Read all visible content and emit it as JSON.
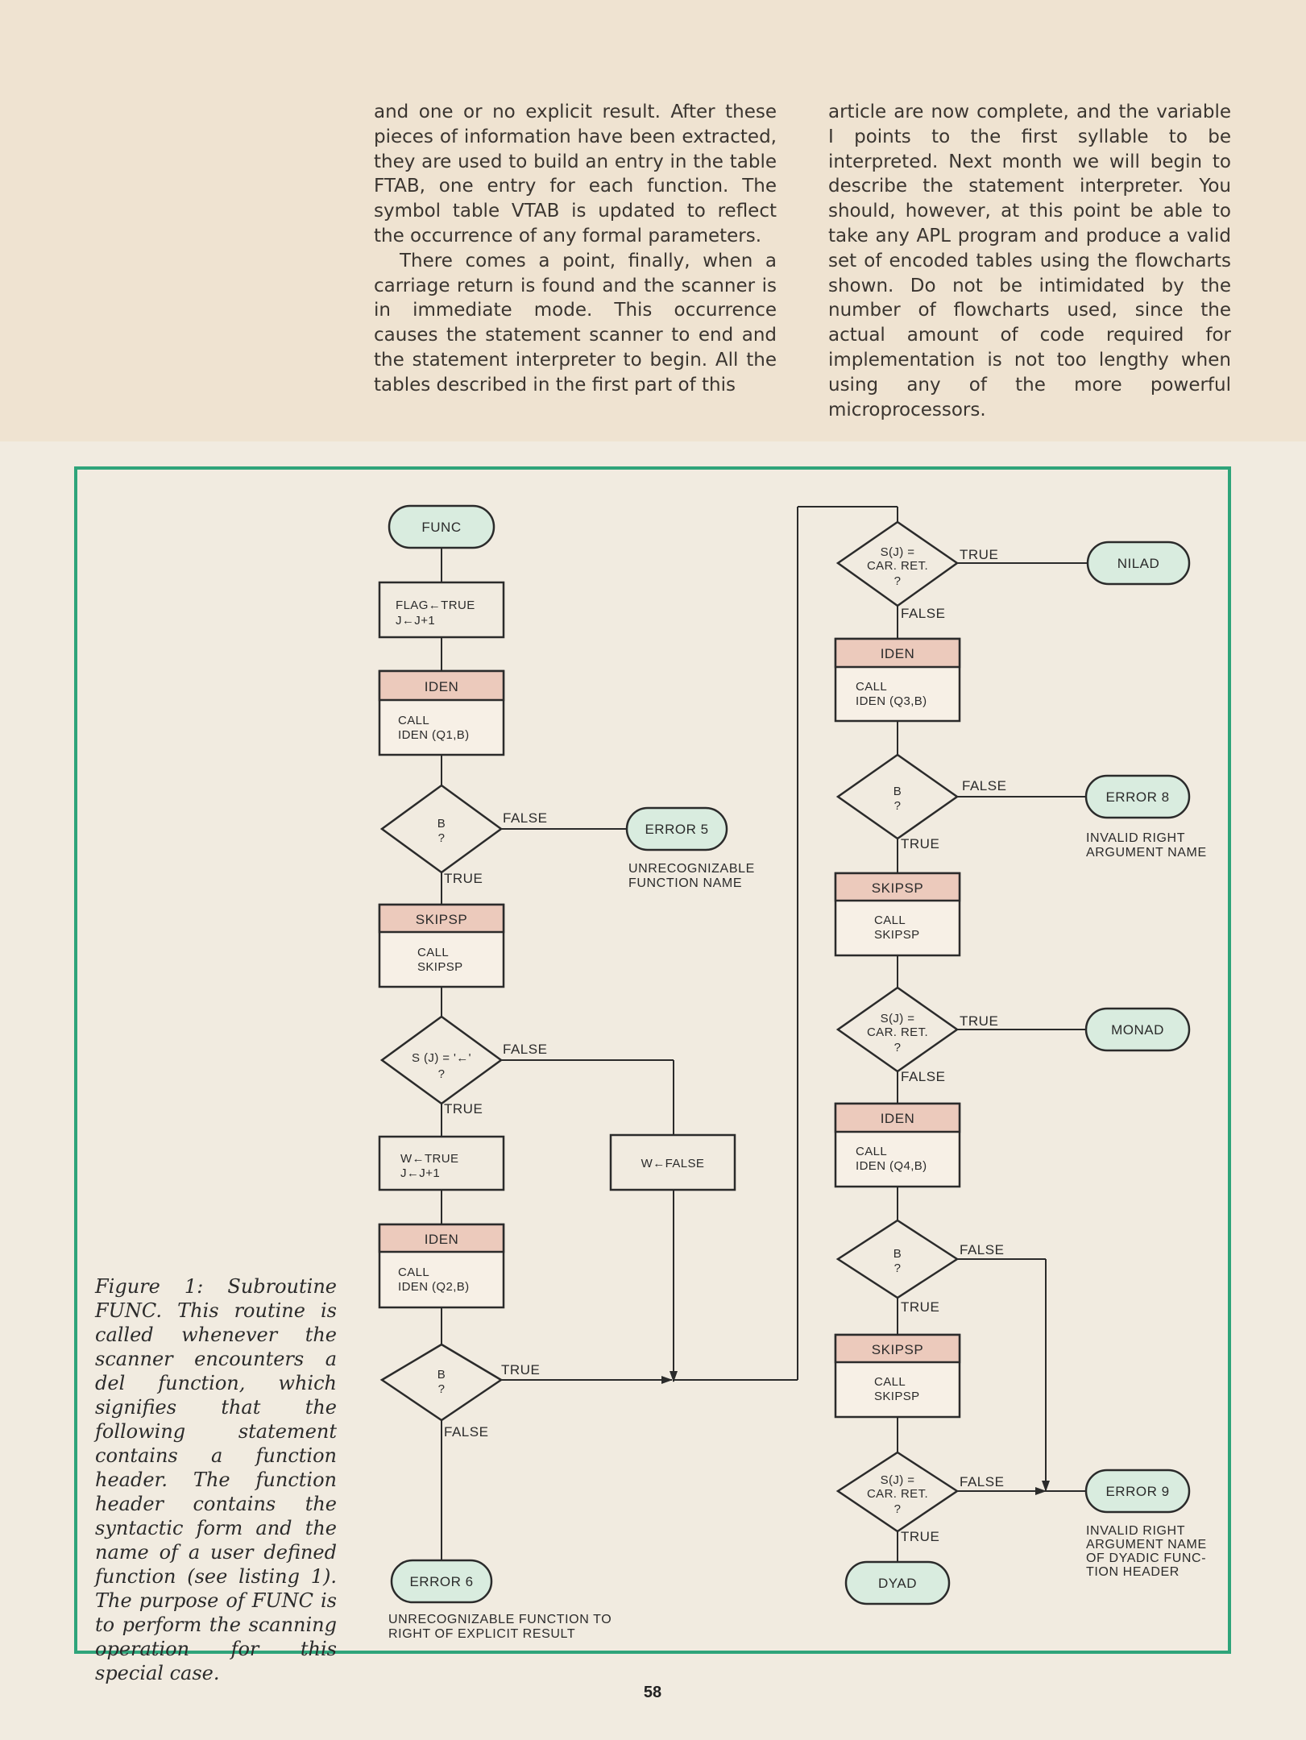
{
  "article": {
    "col_left": [
      "and one or no explicit result. After these pieces of information have been extracted, they are used to build an entry in the table FTAB, one entry for each function. The symbol table VTAB is updated to reflect the occurrence of any formal parameters.",
      "There comes a point, finally, when a carriage return is found and the scanner is in immediate mode. This occurrence causes the statement scanner to end and the statement interpreter to begin. All the tables described in the first part of this"
    ],
    "col_right": [
      "article are now complete, and the variable I points to the first syllable to be interpreted. Next month we will begin to describe the statement interpreter. You should, however, at this point be able to take any APL program and produce a valid set of encoded tables using the flowcharts shown. Do not be intimidated by the number of flowcharts used, since the actual amount of code required for implementation is not too lengthy when using any of the more powerful microprocessors."
    ]
  },
  "caption": "Figure 1: Subroutine FUNC. This routine is called whenever the scanner encounters a del function, which signifies that the following statement contains a function header. The function header contains the syntactic form and the name of a user defined function (see listing 1). The purpose of FUNC is to perform the scanning operation for this special case.",
  "page_number": "58",
  "colors": {
    "frame": "#2fa47a",
    "terminal_fill": "#d9ecdf",
    "subroutine_header_fill": "#eccabc",
    "page_band": "#efe3d1",
    "page": "#f1ebe0"
  },
  "flowchart": {
    "func": "FUNC",
    "init_1": "FLAG←TRUE",
    "init_2": "J←J+1",
    "iden": "IDEN",
    "skipsp": "SKIPSP",
    "call": "CALL",
    "call_iden_q1": "IDEN (Q1,B)",
    "call_iden_q2": "IDEN (Q2,B)",
    "call_iden_q3": "IDEN (Q3,B)",
    "call_iden_q4": "IDEN (Q4,B)",
    "call_skipsp": "SKIPSP",
    "b": "B",
    "q": "?",
    "true": "TRUE",
    "false": "FALSE",
    "s_assign": "S (J) = '←'",
    "w_true_1": "W←TRUE",
    "w_true_2": "J←J+1",
    "w_false": "W←FALSE",
    "s_car_1": "S(J) =",
    "s_car_2": "CAR. RET.",
    "error5": "ERROR 5",
    "error5_note_1": "UNRECOGNIZABLE",
    "error5_note_2": "FUNCTION NAME",
    "error6": "ERROR 6",
    "error6_note_1": "UNRECOGNIZABLE FUNCTION TO",
    "error6_note_2": "RIGHT OF EXPLICIT RESULT",
    "nilad": "NILAD",
    "error8": "ERROR 8",
    "error8_note_1": "INVALID RIGHT",
    "error8_note_2": "ARGUMENT NAME",
    "monad": "MONAD",
    "dyad": "DYAD",
    "error9": "ERROR 9",
    "error9_note_1": "INVALID RIGHT",
    "error9_note_2": "ARGUMENT NAME",
    "error9_note_3": "OF DYADIC FUNC-",
    "error9_note_4": "TION HEADER"
  }
}
